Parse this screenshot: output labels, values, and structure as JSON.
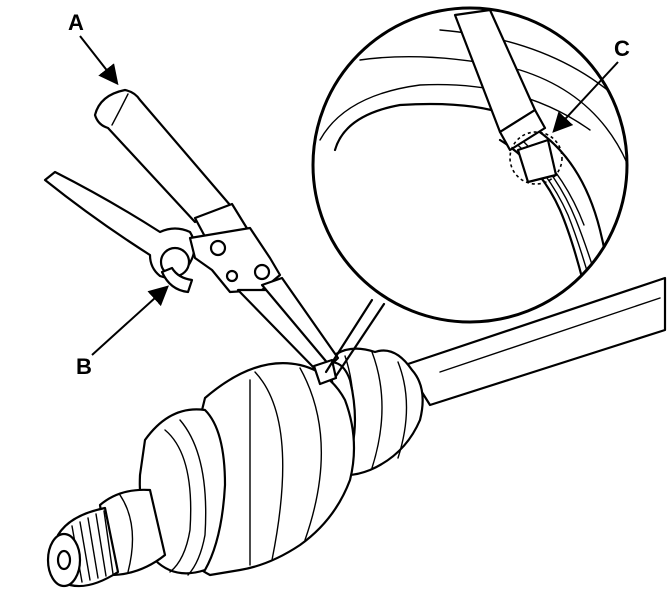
{
  "callouts": [
    {
      "id": "a",
      "label": "A"
    },
    {
      "id": "b",
      "label": "B"
    },
    {
      "id": "c",
      "label": "C"
    }
  ],
  "colors": {
    "line": "#000000",
    "fill": "#ffffff"
  }
}
